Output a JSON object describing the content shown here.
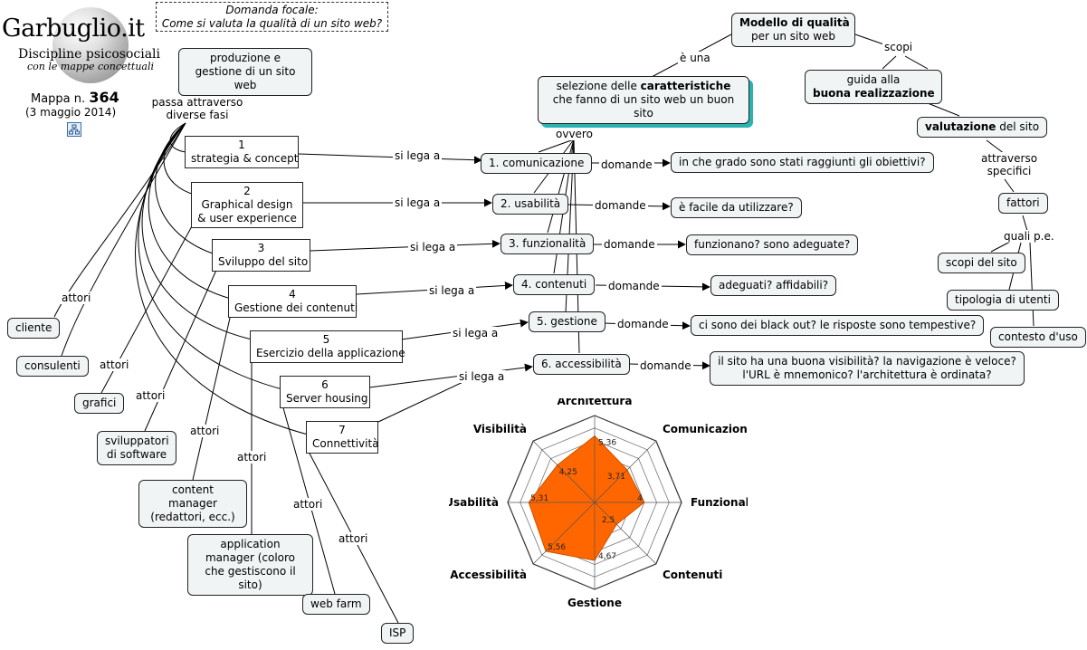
{
  "brand": {
    "title": "Garbuglio.it",
    "subtitle": "Discipline psicosociali",
    "tagline": "con le mappe concettuali",
    "map_label": "Mappa n.",
    "map_number": "364",
    "date": "(3 maggio 2014)",
    "icon": "concept-map-icon"
  },
  "focal": {
    "title": "Domanda focale:",
    "question": "Come si valuta la qualità di un sito web?"
  },
  "left": {
    "root": "produzione e gestione di un sito web",
    "root_link": "passa attraverso diverse fasi",
    "phases": [
      {
        "num": "1",
        "name": "strategia & concept"
      },
      {
        "num": "2",
        "name": "Graphical design & user experience"
      },
      {
        "num": "3",
        "name": "Sviluppo del sito"
      },
      {
        "num": "4",
        "name": "Gestione dei contenuti"
      },
      {
        "num": "5",
        "name": "Esercizio della applicazione"
      },
      {
        "num": "6",
        "name": "Server housing"
      },
      {
        "num": "7",
        "name": "Connettività"
      }
    ],
    "link_si_lega": "si lega a",
    "link_attori": "attori",
    "actors": {
      "cliente": "cliente",
      "consulenti": "consulenti",
      "grafici": "grafici",
      "sviluppatori": "sviluppatori di software",
      "content_manager": "content manager (redattori, ecc.)",
      "application_manager": "application manager (coloro che gestiscono il sito)",
      "web_farm": "web farm",
      "isp": "ISP"
    }
  },
  "center": {
    "selection_pre": "selezione delle ",
    "selection_bold": "caratteristiche",
    "selection_post": " che fanno di un sito web un buon sito",
    "ovvero": "ovvero",
    "link_domande": "domande",
    "features": [
      {
        "name": "1. comunicazione",
        "question": "in che grado sono stati raggiunti gli obiettivi?"
      },
      {
        "name": "2. usabilità",
        "question": "è facile da utilizzare?"
      },
      {
        "name": "3. funzionalità",
        "question": "funzionano? sono adeguate?"
      },
      {
        "name": "4. contenuti",
        "question": "adeguati? affidabili?"
      },
      {
        "name": "5. gestione",
        "question": "ci sono dei black out? le risposte sono tempestive?"
      },
      {
        "name": "6. accessibilità",
        "question": "il sito ha una buona visibilità? la navigazione è veloce? l'URL è mnemonico? l'architettura è ordinata?"
      }
    ]
  },
  "right": {
    "model_title": "Modello di qualità",
    "model_sub": "per un sito web",
    "e_una": "è una",
    "scopi": "scopi",
    "guide_pre": "guida alla",
    "guide_bold": "buona realizzazione",
    "valuation_bold": "valutazione",
    "valuation_post": " del sito",
    "attraverso": "attraverso specifici",
    "fattori": "fattori",
    "quali": "quali p.e.",
    "scopi_sito": "scopi del sito",
    "tipologia": "tipologia di utenti",
    "contesto": "contesto d'uso"
  },
  "chart_data": {
    "type": "radar",
    "categories": [
      "Architettura",
      "Comunicazione",
      "Funzionalità",
      "Contenuti",
      "Gestione",
      "Accessibilità",
      "Usabilità",
      "Visibilità"
    ],
    "values": [
      5.36,
      3.71,
      4,
      2.5,
      4.67,
      5.56,
      5.31,
      4.25
    ],
    "value_labels": [
      "5,36",
      "3,71",
      "4",
      "2,5",
      "4,67",
      "5,56",
      "5,31",
      "4,25"
    ],
    "rmax": 7,
    "rings": 7,
    "fill_color": "#ff6600"
  },
  "colors": {
    "node_fill": "#f0f4f5",
    "accent_shadow": "#2ab3b3",
    "radar_fill": "#ff6600"
  }
}
